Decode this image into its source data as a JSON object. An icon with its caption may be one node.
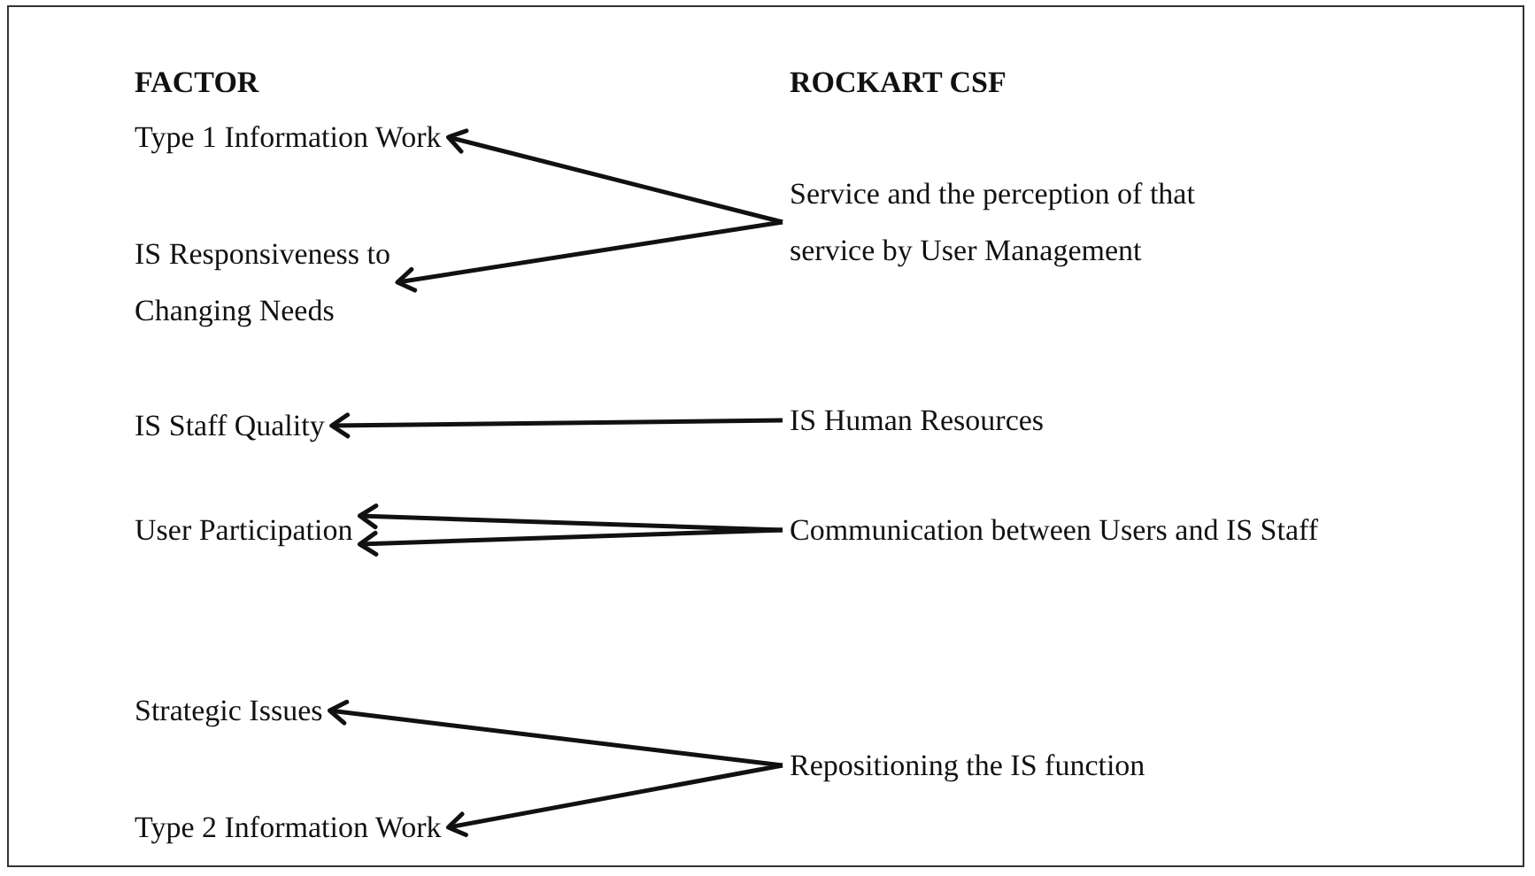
{
  "diagram": {
    "nodes": [
      {
        "text": [
          "Type 1 Information Work"
        ]
      },
      {
        "text": [
          "IS Responsiveness to Changing Needs"
        ]
      },
      {
        "text": [
          "IS Staff Quality"
        ]
      },
      {
        "text": [
          "User Participation"
        ]
      },
      {
        "text": [
          "Strategic Issues"
        ]
      },
      {
        "text": [
          "Type 2 Information Work"
        ]
      },
      {
        "text": [
          "Service and the perception of that service by User Management"
        ]
      },
      {
        "text": [
          "IS Human Resources"
        ]
      },
      {
        "text": [
          "Communication between Users and IS Staff"
        ]
      },
      {
        "text": [
          "Repositioning the IS function"
        ]
      }
    ],
    "edges": [
      {
        "from": 6,
        "to": 0,
        "arrow": "to"
      },
      {
        "from": 6,
        "to": 1,
        "arrow": "to"
      },
      {
        "from": 7,
        "to": 2,
        "arrow": "to"
      },
      {
        "from": 8,
        "to": 3,
        "arrow": "to"
      },
      {
        "from": 8,
        "to": 3,
        "arrow": "to"
      },
      {
        "from": 9,
        "to": 4,
        "arrow": "to"
      },
      {
        "from": 9,
        "to": 5,
        "arrow": "to"
      }
    ],
    "labels": [
      "FACTOR",
      "ROCKART CSF"
    ]
  }
}
